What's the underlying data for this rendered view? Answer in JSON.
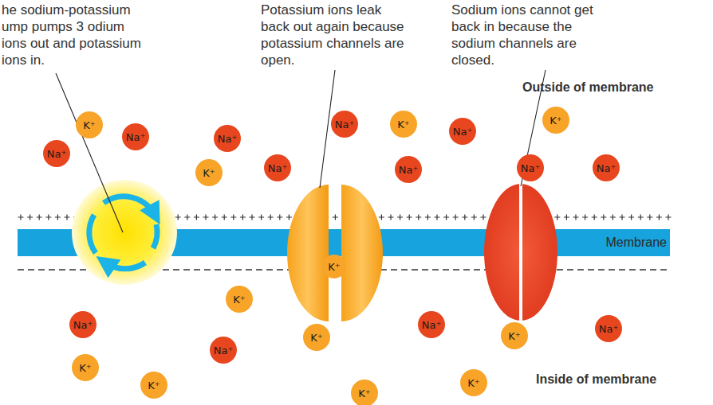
{
  "diagram": {
    "nodes": [
      {
        "text": [
          "K⁺"
        ]
      },
      {
        "text": [
          "Na⁺"
        ]
      },
      {
        "text": [
          "Na⁺"
        ]
      },
      {
        "text": [
          "Na⁺"
        ]
      },
      {
        "text": [
          "K⁺"
        ]
      },
      {
        "text": [
          "Na⁺"
        ]
      },
      {
        "text": [
          "Na⁺"
        ]
      },
      {
        "text": [
          "K⁺"
        ]
      },
      {
        "text": [
          "Na⁺"
        ]
      },
      {
        "text": [
          "Na⁺"
        ]
      },
      {
        "text": [
          "K⁺"
        ]
      },
      {
        "text": [
          "Na⁺"
        ]
      },
      {
        "text": [
          "Na⁺"
        ]
      },
      {
        "text": [
          "Membrane"
        ]
      },
      {
        "text": [
          "K⁺"
        ]
      },
      {
        "text": [
          "K⁺"
        ]
      },
      {
        "text": [
          "Na⁺"
        ]
      },
      {
        "text": [
          "K⁺"
        ]
      },
      {
        "text": [
          "K⁺"
        ]
      },
      {
        "text": [
          "Na⁺"
        ]
      },
      {
        "text": [
          "K⁺"
        ]
      },
      {
        "text": [
          "Na⁺"
        ]
      },
      {
        "text": [
          "K⁺"
        ]
      },
      {
        "text": [
          "Na⁺"
        ]
      },
      {
        "text": [
          "K⁺"
        ]
      },
      {
        "text": [
          "K⁺"
        ]
      }
    ],
    "labels": [
      "he sodium-potassium ump pumps 3 odium ions out and potassium ions in.",
      "Potassium ions leak back out again because potassium channels are open.",
      "Sodium ions cannot get back in because the sodium channels are closed.",
      "Outside of membrane",
      "Inside of membrane"
    ]
  }
}
